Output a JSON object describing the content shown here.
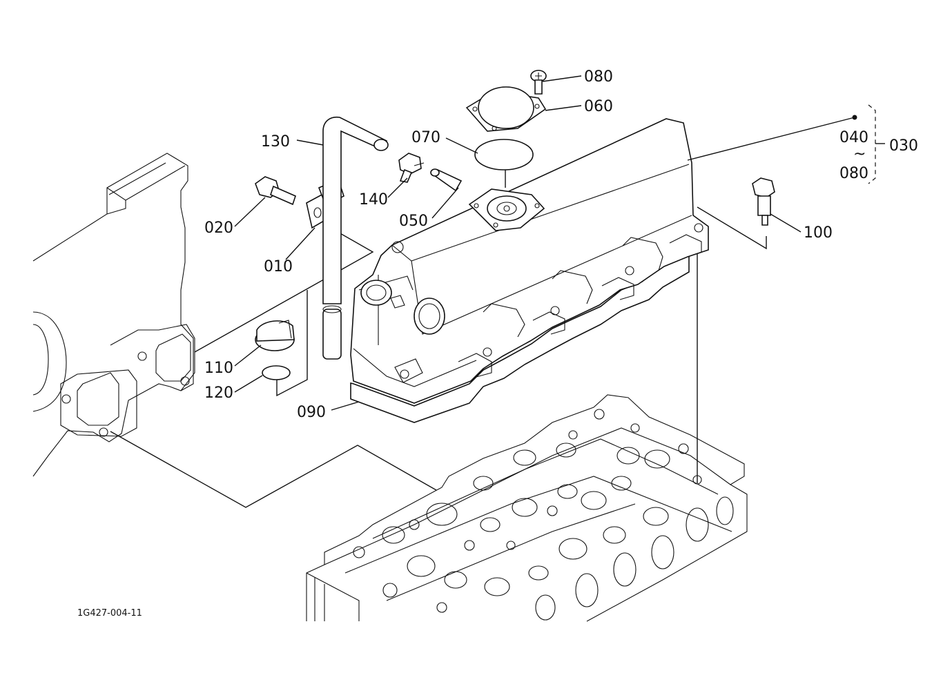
{
  "diagram": {
    "code": "1G427-004-11",
    "labels": {
      "p010": "010",
      "p020": "020",
      "p030": "030",
      "p040": "040",
      "tilde": "~",
      "p050": "050",
      "p060": "060",
      "p070": "070",
      "p080a": "080",
      "p080b": "080",
      "p090": "090",
      "p100": "100",
      "p110": "110",
      "p120": "120",
      "p130": "130",
      "p140": "140"
    }
  }
}
